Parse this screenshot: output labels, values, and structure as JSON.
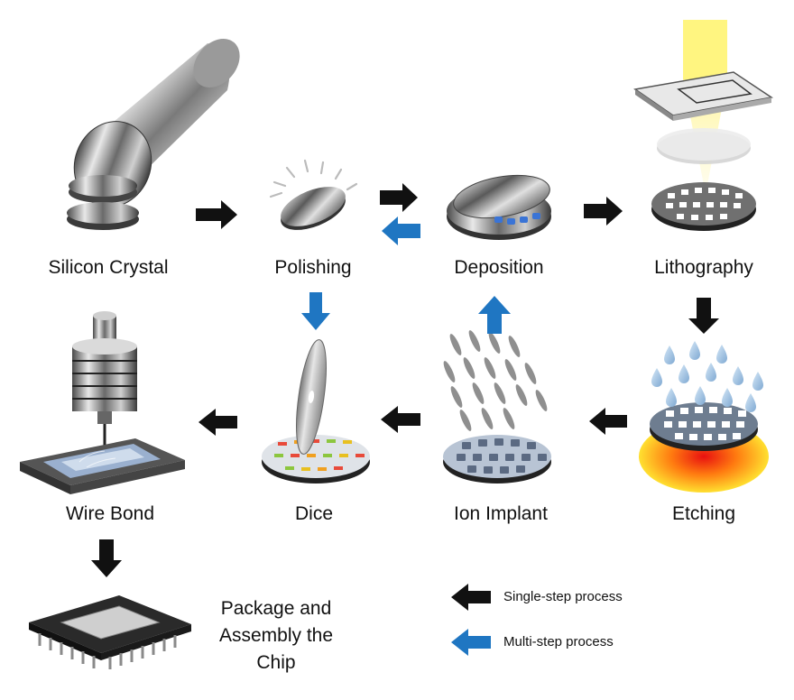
{
  "steps": {
    "silicon_crystal": "Silicon Crystal",
    "polishing": "Polishing",
    "deposition": "Deposition",
    "lithography": "Lithography",
    "etching": "Etching",
    "ion_implant": "Ion Implant",
    "dice": "Dice",
    "wire_bond": "Wire Bond",
    "package": [
      "Package and",
      "Assembly the",
      "Chip"
    ]
  },
  "legend": {
    "single": "Single-step process",
    "multi": "Multi-step process"
  },
  "colors": {
    "single_arrow": "#111111",
    "multi_arrow": "#1f76c2"
  }
}
